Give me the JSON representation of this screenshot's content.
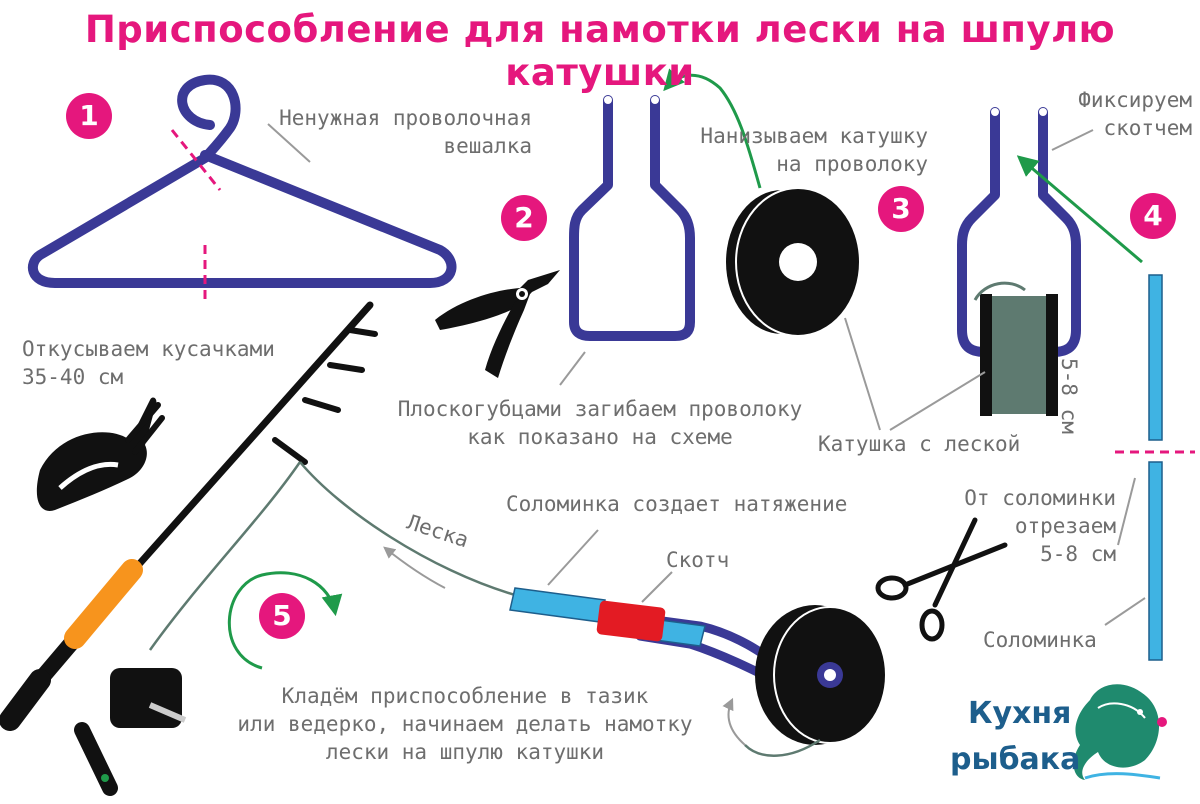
{
  "title": "Приспособление для намотки лески на шпулю катушки",
  "steps": [
    "1",
    "2",
    "3",
    "4",
    "5"
  ],
  "labels": {
    "hanger_line1": "Ненужная проволочная",
    "hanger_line2": "вешалка",
    "cut_line1": "Откусываем кусачками",
    "cut_line2": "35-40 см",
    "thread_line1": "Нанизываем катушку",
    "thread_line2": "на проволоку",
    "bend_line1": "Плоскогубцами загибаем проволоку",
    "bend_line2": "как показано на схеме",
    "fix_line1": "Фиксируем",
    "fix_line2": "скотчем",
    "spool": "Катушка с леской",
    "straw_length": "5-8 см",
    "straw_cut_line1": "От соломинки",
    "straw_cut_line2": "отрезаем",
    "straw_cut_line3": "5-8 см",
    "tension": "Соломинка создает натяжение",
    "tape": "Скотч",
    "line": "Леска",
    "straw": "Соломинка",
    "final_line1": "Кладём приспособление в тазик",
    "final_line2": "или ведерко, начинаем делать намотку",
    "final_line3": "лески на шпулю катушки"
  },
  "brand": {
    "line1": "Кухня",
    "line2": "рыбака"
  },
  "colors": {
    "accent": "#e5177d",
    "wire": "#3a3996",
    "label": "#6e6e6e",
    "arrow": "#1f9a4a",
    "straw": "#3fb3e3",
    "tape": "#e31b23",
    "handle": "#f7941d",
    "line_spool": "#5e7a70",
    "brand": "#1d5e8c"
  },
  "icons": [
    "hanger-icon",
    "pliers-icon",
    "nippers-icon",
    "scissors-icon",
    "spool-icon",
    "fishing-rod-icon",
    "reel-icon",
    "fish-logo-icon"
  ]
}
